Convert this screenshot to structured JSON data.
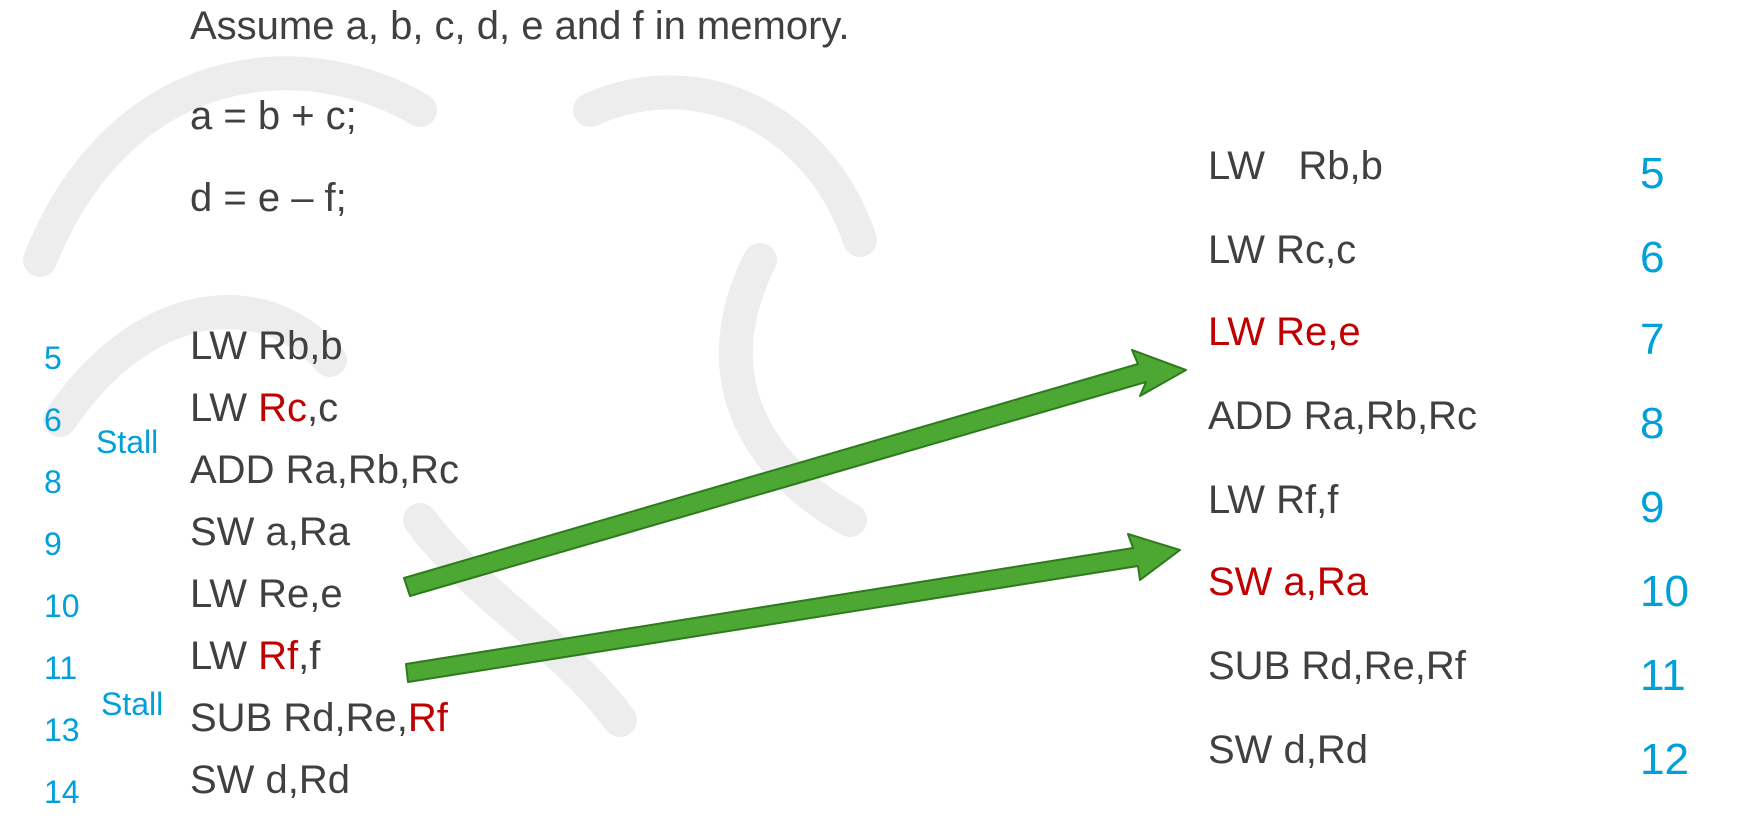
{
  "intro": {
    "assumption": "Assume a, b, c, d, e and f in memory.",
    "stmt1": "a = b + c;",
    "stmt2": "d = e – f;"
  },
  "original": {
    "stall_label": "Stall",
    "rows": [
      {
        "cycle": "5",
        "op": "LW ",
        "a": "Rb,b",
        "b": "",
        "c": ""
      },
      {
        "cycle": "6",
        "op": "LW ",
        "a": "",
        "b": "Rc",
        "c": ",c"
      },
      {
        "cycle": "8",
        "op": "ADD ",
        "a": "Ra,Rb,Rc",
        "b": "",
        "c": ""
      },
      {
        "cycle": "9",
        "op": "SW ",
        "a": "a,Ra",
        "b": "",
        "c": ""
      },
      {
        "cycle": "10",
        "op": "LW ",
        "a": "Re,e",
        "b": "",
        "c": ""
      },
      {
        "cycle": "11",
        "op": "LW ",
        "a": "",
        "b": "Rf",
        "c": ",f"
      },
      {
        "cycle": "13",
        "op": "SUB ",
        "a": "Rd,Re,",
        "b": "Rf",
        "c": ""
      },
      {
        "cycle": "14",
        "op": "SW ",
        "a": "d,Rd",
        "b": "",
        "c": ""
      }
    ]
  },
  "reordered": {
    "rows": [
      {
        "instr": "LW   Rb,b",
        "cycle": "5",
        "highlight": false
      },
      {
        "instr": "LW Rc,c",
        "cycle": "6",
        "highlight": false
      },
      {
        "instr": "LW Re,e",
        "cycle": "7",
        "highlight": true
      },
      {
        "instr": "ADD Ra,Rb,Rc",
        "cycle": "8",
        "highlight": false
      },
      {
        "instr": "LW Rf,f",
        "cycle": "9",
        "highlight": false
      },
      {
        "instr": "SW a,Ra",
        "cycle": "10",
        "highlight": true
      },
      {
        "instr": "SUB Rd,Re,Rf",
        "cycle": "11",
        "highlight": false
      },
      {
        "instr": "SW d,Rd",
        "cycle": "12",
        "highlight": false
      }
    ]
  },
  "colors": {
    "text": "#404040",
    "highlight_red": "#c00000",
    "cycle_blue": "#00a0d8",
    "arrow_green": "#4ca833",
    "arrow_outline": "#2f7a1f"
  }
}
